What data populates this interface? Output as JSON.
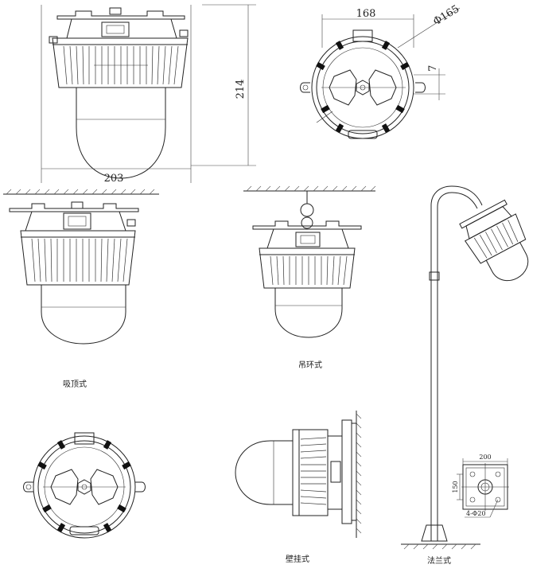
{
  "dimensions": {
    "width_label": "203",
    "height_label": "214",
    "top_width_label": "168",
    "diameter_label": "Φ165",
    "offset_label": "7"
  },
  "flange": {
    "width_label": "200",
    "height_label": "150",
    "holes_label": "4-Φ20"
  },
  "captions": {
    "ceiling_mount": "吸顶式",
    "ring_hanging": "吊环式",
    "wall_mount": "壁挂式",
    "flange_mount": "法兰式"
  }
}
